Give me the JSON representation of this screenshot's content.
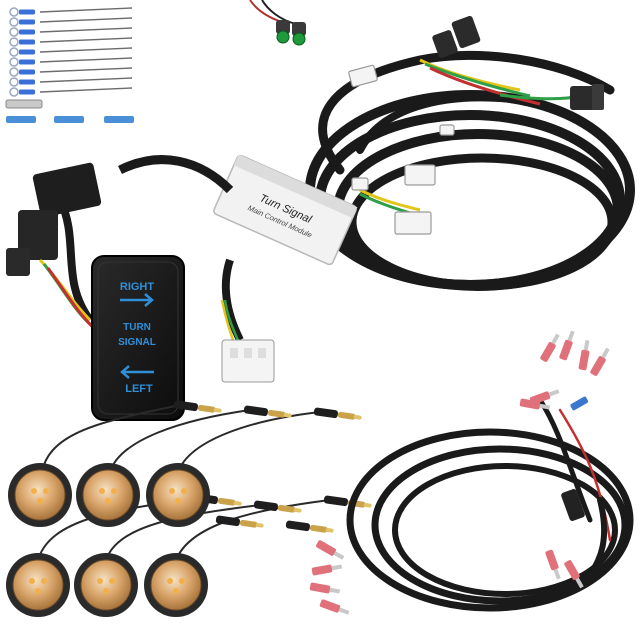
{
  "image": {
    "subject": "Turn signal wiring kit product photo",
    "background": "#ffffff"
  },
  "rocker_switch": {
    "top_label": "RIGHT",
    "middle_label_1": "TURN",
    "middle_label_2": "SIGNAL",
    "bottom_label": "LEFT",
    "body_color": "#141414",
    "text_color": "#2f8fd8"
  },
  "control_module": {
    "line_1": "Turn Signal",
    "line_2": "Main Control Module",
    "body_color": "#f2f2f2"
  },
  "colors": {
    "harness": "#1a1a1a",
    "led_lens": "#d9a56a",
    "led_bezel": "#2a2a2a",
    "terminal_red": "#e0707a",
    "terminal_blue": "#3a78d0",
    "connector_white": "#f4f4f4",
    "pilot_green": "#1f9a3a"
  }
}
